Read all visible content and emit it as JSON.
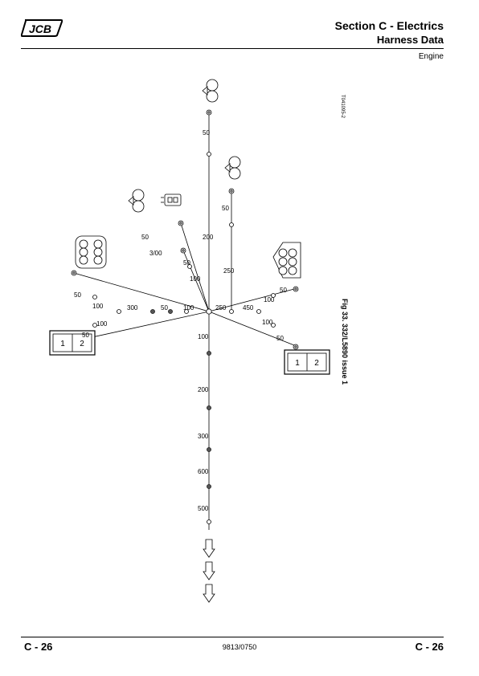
{
  "header": {
    "logo_text": "JCB",
    "section_title": "Section C - Electrics",
    "section_subtitle": "Harness Data",
    "subsection": "Engine"
  },
  "figure": {
    "ref_code": "T041095-2",
    "caption": "Fig 33. 332/L5890 issue 1",
    "lengths": {
      "trunk_top": "50",
      "trunk_upper": "200",
      "branch_right_upper_top": "50",
      "branch_right_upper": "250",
      "hub_right": "250",
      "right_main": "450",
      "right_up_tail": "50",
      "right_up": "100",
      "right_down": "100",
      "right_down_tail": "50",
      "diag_tail": "50",
      "diag_long": "3/00",
      "diag_mid_tail": "50",
      "diag_mid": "100",
      "hub_left": "100",
      "left_mid": "50",
      "left_main": "300",
      "left_up": "100",
      "left_up_tail": "50",
      "left_down": "100",
      "left_down_tail": "50",
      "bottom_1": "100",
      "bottom_2": "200",
      "bottom_3": "300",
      "bottom_4": "600",
      "bottom_5": "500"
    }
  },
  "footer": {
    "page_left": "C - 26",
    "doc_number": "9813/0750",
    "page_right": "C - 26"
  }
}
